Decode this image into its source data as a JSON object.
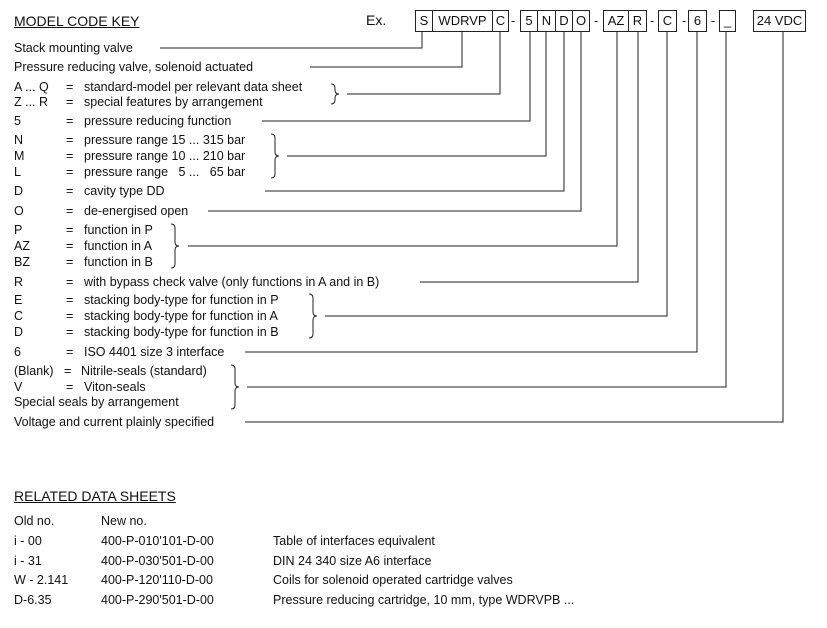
{
  "title": "MODEL CODE KEY",
  "example": {
    "label": "Ex.",
    "parts": [
      "S",
      "WDRVP",
      "C",
      "-",
      "5",
      "N",
      "D",
      "O",
      "-",
      "AZ",
      "R",
      "-",
      "C",
      "-",
      "6",
      "-",
      "_",
      "24 VDC"
    ]
  },
  "rows": [
    {
      "code": "",
      "eq": "",
      "desc": "Stack mounting valve"
    },
    {
      "code": "",
      "eq": "",
      "desc": "Pressure reducing valve, solenoid actuated"
    },
    {
      "code": "A ... Q",
      "eq": "=",
      "desc": "standard-model per relevant data sheet"
    },
    {
      "code": "Z ... R",
      "eq": "=",
      "desc": "special features by arrangement"
    },
    {
      "code": "5",
      "eq": "=",
      "desc": "pressure reducing function"
    },
    {
      "code": "N",
      "eq": "=",
      "desc": "pressure range 15 ... 315 bar"
    },
    {
      "code": "M",
      "eq": "=",
      "desc": "pressure range 10 ... 210 bar"
    },
    {
      "code": "L",
      "eq": "=",
      "desc": "pressure range   5 ...   65 bar"
    },
    {
      "code": "D",
      "eq": "=",
      "desc": "cavity type DD"
    },
    {
      "code": "O",
      "eq": "=",
      "desc": "de-energised open"
    },
    {
      "code": "P",
      "eq": "=",
      "desc": "function in P"
    },
    {
      "code": "AZ",
      "eq": "=",
      "desc": "function in A"
    },
    {
      "code": "BZ",
      "eq": "=",
      "desc": "function in B"
    },
    {
      "code": "R",
      "eq": "=",
      "desc": "with bypass check valve (only functions in A and in B)"
    },
    {
      "code": "E",
      "eq": "=",
      "desc": "stacking body-type for function in P"
    },
    {
      "code": "C",
      "eq": "=",
      "desc": "stacking body-type for function in A"
    },
    {
      "code": "D",
      "eq": "=",
      "desc": "stacking body-type for function in B"
    },
    {
      "code": "6",
      "eq": "=",
      "desc": "ISO 4401 size 3 interface"
    },
    {
      "code": "(Blank)",
      "eq": "=",
      "desc": "Nitrile-seals (standard)"
    },
    {
      "code": "V",
      "eq": "=",
      "desc": "Viton-seals"
    },
    {
      "code": "",
      "eq": "",
      "desc": "Special seals by arrangement"
    },
    {
      "code": "",
      "eq": "",
      "desc": "Voltage and current plainly specified"
    }
  ],
  "related": {
    "title": "RELATED DATA SHEETS",
    "headers": [
      "Old no.",
      "New no."
    ],
    "rows": [
      [
        "i - 00",
        "400-P-010'101-D-00",
        "Table of interfaces equivalent"
      ],
      [
        "i - 31",
        "400-P-030'501-D-00",
        "DIN 24 340 size A6 interface"
      ],
      [
        "W - 2.141",
        "400-P-120'110-D-00",
        "Coils for solenoid operated cartridge valves"
      ],
      [
        "D-6.35",
        "400-P-290'501-D-00",
        "Pressure reducing cartridge, 10 mm, type WDRVPB ..."
      ]
    ]
  }
}
